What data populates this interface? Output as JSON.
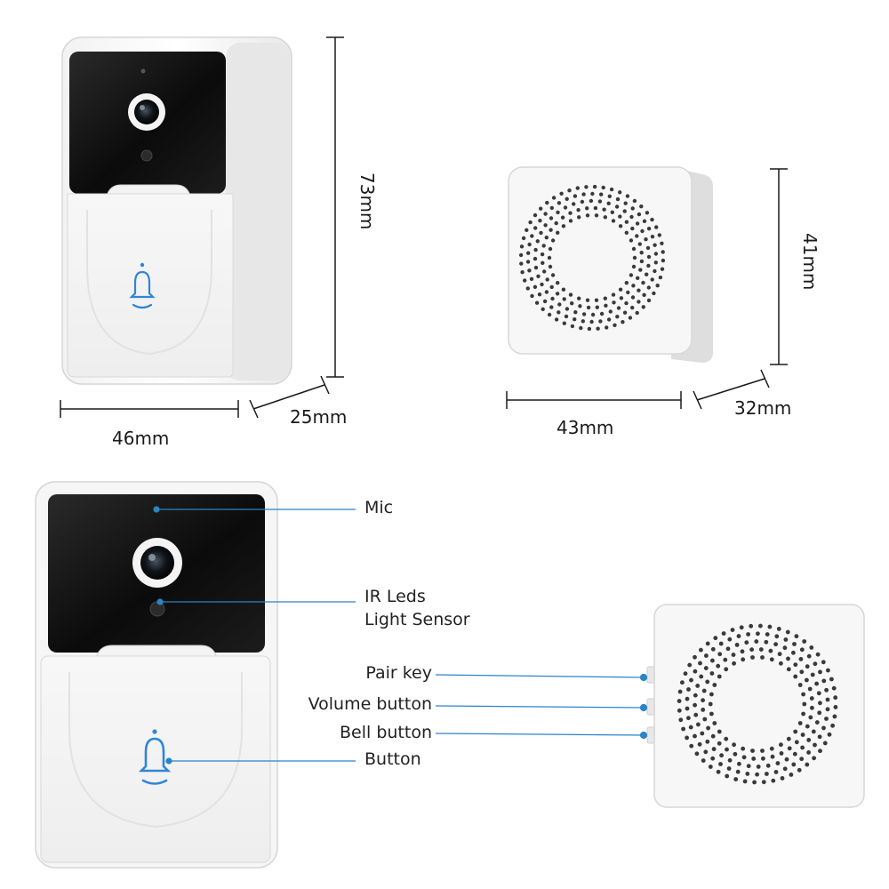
{
  "colors": {
    "accent_blue": "#2a84c6",
    "bell_blue": "#2f86d6",
    "lens_black": "#111111",
    "housing_white": "#f6f6f6",
    "dim_line": "#1a1a1a"
  },
  "dimensions": {
    "doorbell_height": "73mm",
    "doorbell_width": "46mm",
    "doorbell_depth": "25mm",
    "chime_height": "41mm",
    "chime_width": "43mm",
    "chime_depth": "32mm"
  },
  "callouts": {
    "mic": "Mic",
    "ir_leds": "IR Leds",
    "light_sensor": "Light Sensor",
    "button": "Button",
    "pair_key": "Pair key",
    "volume_button": "Volume button",
    "bell_button": "Bell button"
  },
  "icons": {
    "bell": "bell-icon",
    "camera": "camera-lens-icon",
    "speaker": "speaker-grille-icon"
  }
}
